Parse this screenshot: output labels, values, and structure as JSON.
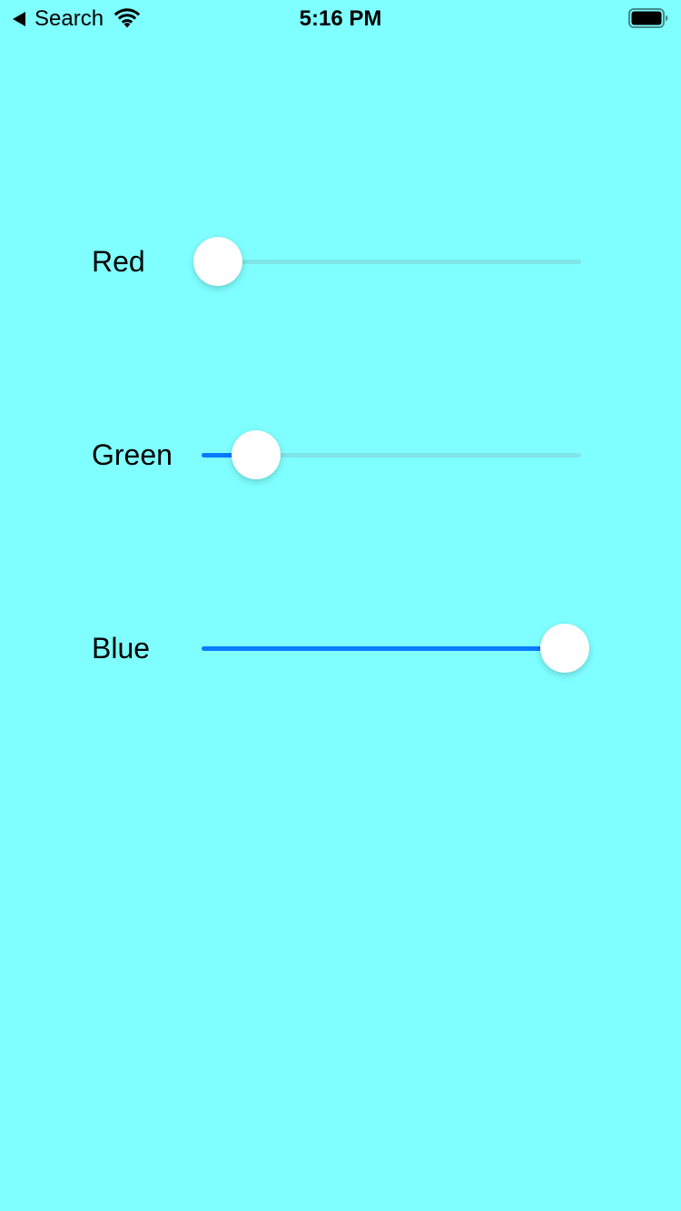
{
  "status_bar": {
    "back_label": "Search",
    "time": "5:16 PM"
  },
  "sliders": [
    {
      "label": "Red",
      "value": 0.0
    },
    {
      "label": "Green",
      "value": 0.11
    },
    {
      "label": "Blue",
      "value": 1.0
    }
  ],
  "colors": {
    "background": "#7fffff",
    "slider_fill": "#0a7aff",
    "slider_track": "#7fe5e6",
    "thumb": "#ffffff"
  }
}
